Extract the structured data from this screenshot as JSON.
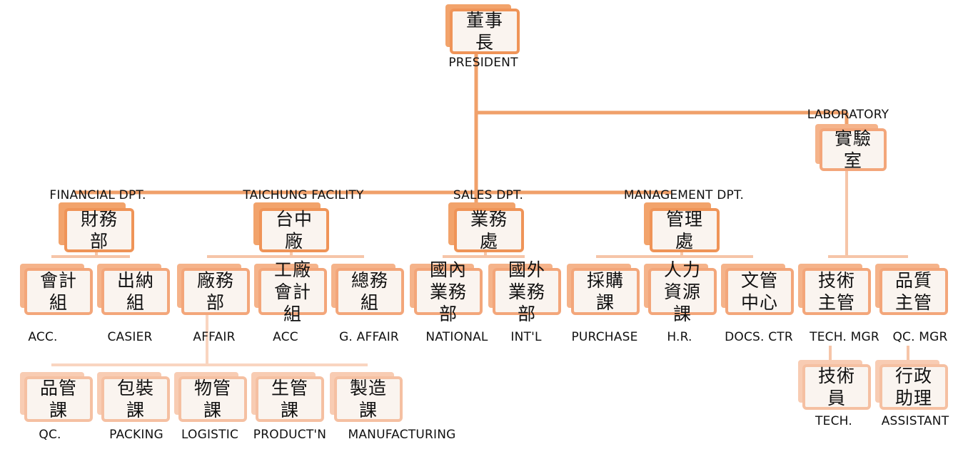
{
  "president": {
    "title": "董事長",
    "caption": "PRESIDENT"
  },
  "laboratory": {
    "title": "實驗室",
    "caption": "LABORATORY",
    "children": [
      {
        "title": "技術主管",
        "caption": "TECH. MGR"
      },
      {
        "title": "品質主管",
        "caption": "QC. MGR"
      }
    ],
    "grandchildren": [
      {
        "title": "技術員",
        "caption": "TECH."
      },
      {
        "title": "行政助理",
        "caption": "ASSISTANT"
      }
    ]
  },
  "departments": [
    {
      "title": "財務部",
      "caption": "FINANCIAL DPT.",
      "children": [
        {
          "title": "會計組",
          "caption": "ACC."
        },
        {
          "title": "出納組",
          "caption": "CASIER"
        }
      ]
    },
    {
      "title": "台中廠",
      "caption": "TAICHUNG FACILITY",
      "children": [
        {
          "title": "廠務部",
          "caption": "AFFAIR"
        },
        {
          "title": "工廠會計組",
          "caption": "ACC"
        },
        {
          "title": "總務組",
          "caption": "G. AFFAIR"
        }
      ]
    },
    {
      "title": "業務處",
      "caption": "SALES DPT.",
      "children": [
        {
          "title": "國內業務部",
          "caption": "NATIONAL"
        },
        {
          "title": "國外業務部",
          "caption": "INT'L"
        }
      ]
    },
    {
      "title": "管理處",
      "caption": "MANAGEMENT DPT.",
      "children": [
        {
          "title": "採購課",
          "caption": "PURCHASE"
        },
        {
          "title": "人力資源課",
          "caption": "H.R."
        },
        {
          "title": "文管中心",
          "caption": "DOCS. CTR"
        }
      ]
    }
  ],
  "affair_sections": [
    {
      "title": "品管課",
      "caption": "QC."
    },
    {
      "title": "包裝課",
      "caption": "PACKING"
    },
    {
      "title": "物管課",
      "caption": "LOGISTIC"
    },
    {
      "title": "生管課",
      "caption": "PRODUCT'N"
    },
    {
      "title": "製造課",
      "caption": "MANUFACTURING"
    }
  ],
  "colors": {
    "level1": "#ef9458",
    "level2": "#f3a67a",
    "level3": "#f5c0a2"
  }
}
